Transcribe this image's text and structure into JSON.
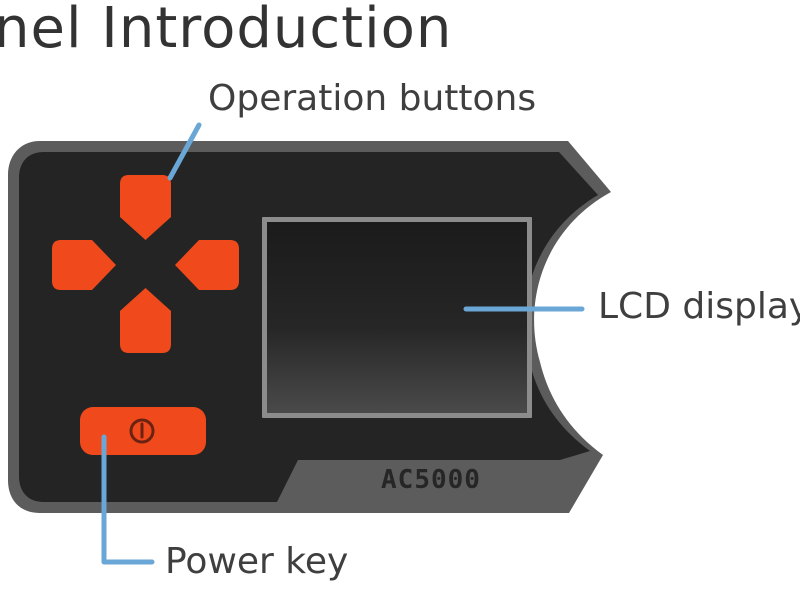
{
  "title": "nel Introduction",
  "labels": {
    "operation_buttons": "Operation buttons",
    "lcd_display": "LCD display",
    "power_key": "Power key"
  },
  "device": {
    "model": "AC5000"
  },
  "icons": {
    "power": "power-icon"
  },
  "colors": {
    "body": "#242424",
    "rim": "#5c5c5c",
    "buttons": "#f04a1c",
    "screen_frame": "#8c8c8c",
    "callout_line": "#6aa6d6",
    "text": "#3f3f3f"
  }
}
